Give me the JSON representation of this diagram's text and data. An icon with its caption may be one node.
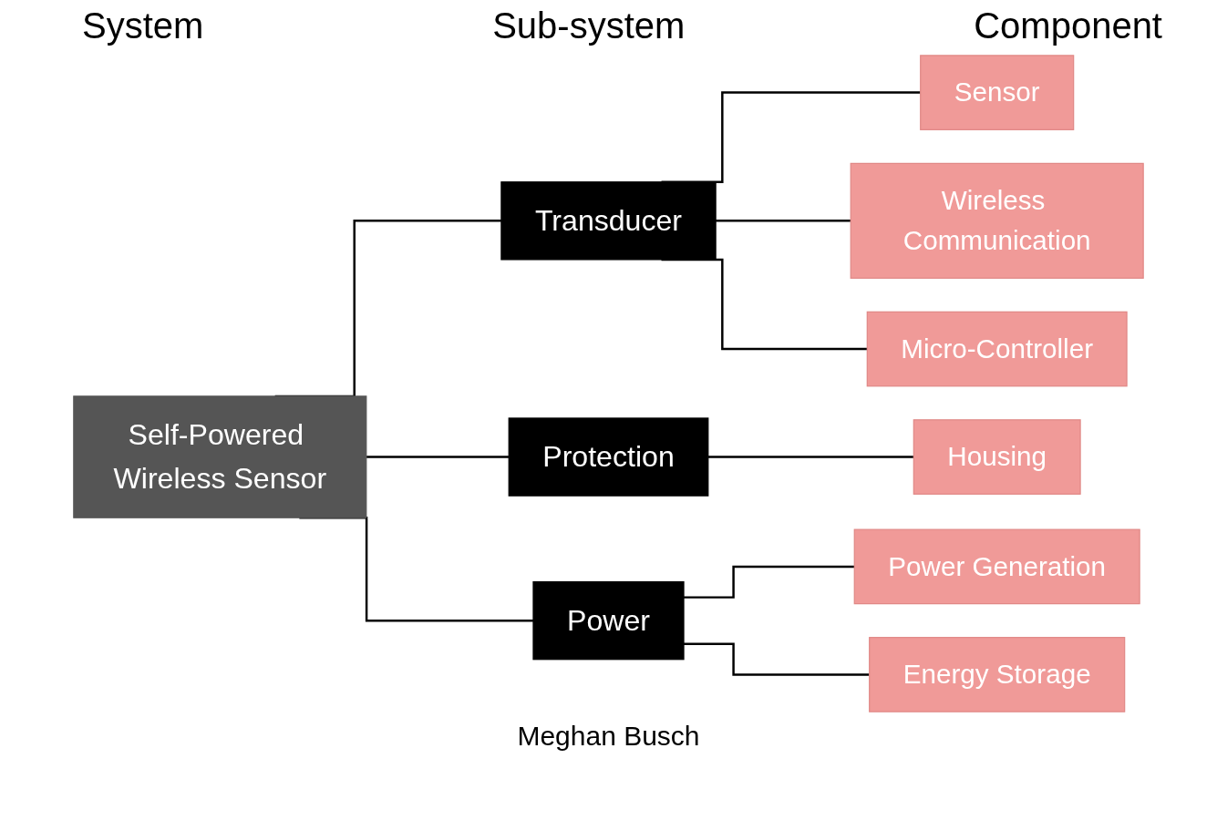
{
  "diagram": {
    "nodes": [
      {
        "text": [
          "Self-Powered Wireless Sensor"
        ]
      },
      {
        "text": [
          "Transducer"
        ]
      },
      {
        "text": [
          "Protection"
        ]
      },
      {
        "text": [
          "Power"
        ]
      },
      {
        "text": [
          "Sensor"
        ]
      },
      {
        "text": [
          "Wireless Communication"
        ]
      },
      {
        "text": [
          "Micro-Controller"
        ]
      },
      {
        "text": [
          "Housing"
        ]
      },
      {
        "text": [
          "Power Generation"
        ]
      },
      {
        "text": [
          "Energy Storage"
        ]
      }
    ],
    "edges": [
      {
        "from": 0,
        "to": 1,
        "arrow": "none"
      },
      {
        "from": 0,
        "to": 2,
        "arrow": "none"
      },
      {
        "from": 0,
        "to": 3,
        "arrow": "none"
      },
      {
        "from": 1,
        "to": 4,
        "arrow": "none"
      },
      {
        "from": 1,
        "to": 5,
        "arrow": "none"
      },
      {
        "from": 1,
        "to": 6,
        "arrow": "none"
      },
      {
        "from": 2,
        "to": 7,
        "arrow": "none"
      },
      {
        "from": 3,
        "to": 8,
        "arrow": "none"
      },
      {
        "from": 3,
        "to": 9,
        "arrow": "none"
      }
    ],
    "labels": [
      "System",
      "Sub-system",
      "Component",
      "Meghan Busch"
    ]
  }
}
